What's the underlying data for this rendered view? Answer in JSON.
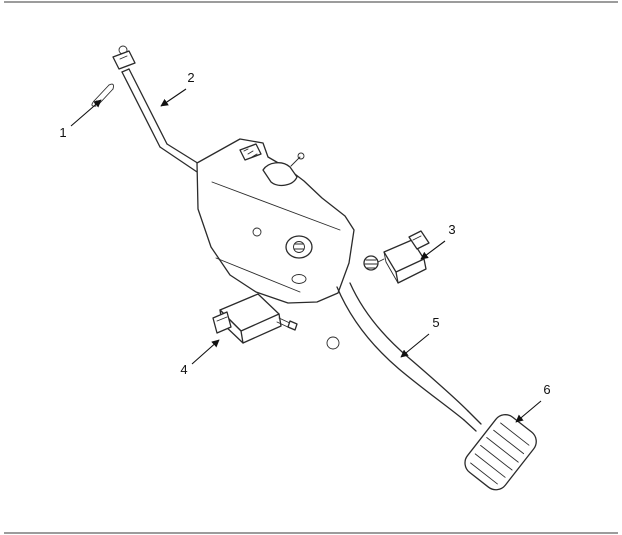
{
  "diagram": {
    "background_color": "#ffffff",
    "line_color": "#2b2b2b",
    "callouts": [
      {
        "label": "1"
      },
      {
        "label": "2"
      },
      {
        "label": "3"
      },
      {
        "label": "4"
      },
      {
        "label": "5"
      },
      {
        "label": "6"
      }
    ]
  }
}
